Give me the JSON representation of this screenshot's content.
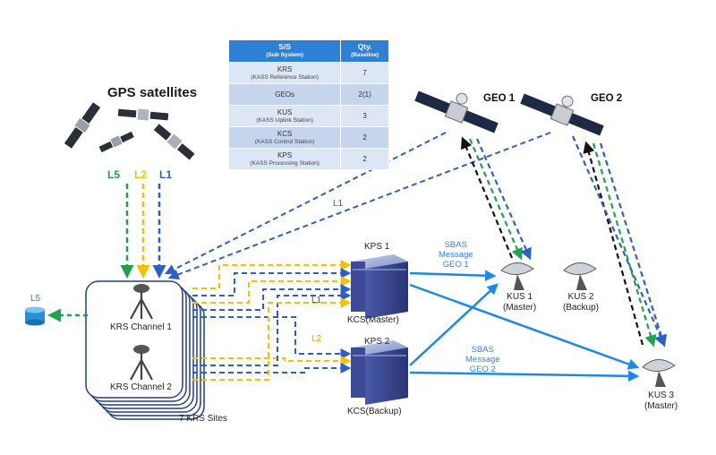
{
  "table": {
    "headers": [
      {
        "main": "S/S",
        "sub": "(Sub System)"
      },
      {
        "main": "Qty.",
        "sub": "(Baseline)"
      }
    ],
    "rows": [
      {
        "name": "KRS",
        "desc": "(KASS Reference Station)",
        "qty": "7"
      },
      {
        "name": "GEOs",
        "desc": "",
        "qty": "2(1)"
      },
      {
        "name": "KUS",
        "desc": "(KASS Uplink Station)",
        "qty": "3"
      },
      {
        "name": "KCS",
        "desc": "(KASS Control Station)",
        "qty": "2"
      },
      {
        "name": "KPS",
        "desc": "(KASS Processing Station)",
        "qty": "2"
      }
    ]
  },
  "labels": {
    "gps_title": "GPS satellites",
    "geo1": "GEO 1",
    "geo2": "GEO 2",
    "l5": "L5",
    "l2": "L2",
    "l1": "L1",
    "l1_geo": "L1",
    "l1_mid": "L1",
    "l2_mid": "L2",
    "l5_left": "L5",
    "krs_ch1": "KRS Channel 1",
    "krs_ch2": "KRS Channel 2",
    "krs_sites": "7 KRS Sites",
    "kps1": "KPS 1",
    "kcs_master": "KCS(Master)",
    "kps2": "KPS 2",
    "kcs_backup": "KCS(Backup)",
    "sbas1": [
      "SBAS",
      "Message",
      "GEO 1"
    ],
    "sbas2": [
      "SBAS",
      "Message",
      "GEO 2"
    ],
    "kus1": [
      "KUS 1",
      "(Master)"
    ],
    "kus2": [
      "KUS 2",
      "(Backup)"
    ],
    "kus3": [
      "KUS 3",
      "(Master)"
    ]
  },
  "colors": {
    "l1": "#2f5fc4",
    "l2": "#f5c000",
    "l5": "#1fa34a",
    "uplink": "#111111",
    "sbas": "#1e88e5",
    "table_header": "#2e7fd6"
  },
  "icons": [
    "gps-satellite-icon",
    "geo-satellite-icon",
    "antenna-tripod-icon",
    "server-cube-icon",
    "dish-antenna-icon",
    "storage-cylinder-icon"
  ]
}
